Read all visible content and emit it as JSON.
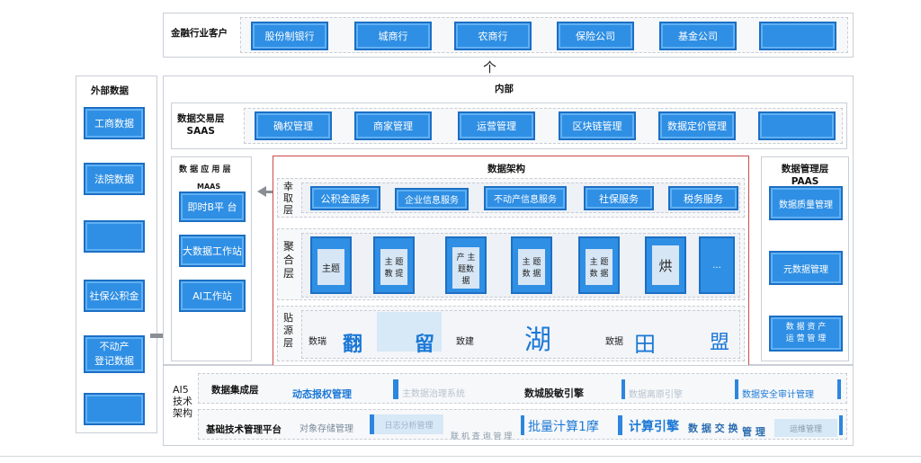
{
  "finance": {
    "title": "金融行业客户",
    "items": [
      "股份制银行",
      "城商行",
      "农商行",
      "保险公司",
      "基金公司",
      ""
    ]
  },
  "arrow_up": "个",
  "external": {
    "title": "外部数据",
    "items": [
      "工商数据",
      "法院数据",
      "",
      "社保公积金",
      "不动产\n登记数据",
      ""
    ]
  },
  "inner_title": "内部",
  "trade": {
    "title": "数据交易层\nSAAS",
    "items": [
      "确权管理",
      "商家管理",
      "运营管理",
      "区块链管理",
      "数据定价管理",
      ""
    ]
  },
  "app_layer": {
    "title": "数 据 应 用 层",
    "maas": "MAAS",
    "items": [
      "即时B平 台",
      "大数据工作站",
      "AI工作站"
    ]
  },
  "arch": {
    "title": "数据架构",
    "rows": [
      {
        "label": "幸\n取\n层",
        "items": [
          "公积金服务",
          "企业信息服务",
          "不动产信息服务",
          "社保服务",
          "税务服务"
        ]
      },
      {
        "label": "聚\n合\n层",
        "items": [
          "主题",
          "主 题\n教 提",
          "产 主\n题数\n据",
          "主 题\n数 据",
          "主 题\n数 据",
          "烘",
          "..."
        ]
      },
      {
        "label": "贴\n源\n层",
        "items": [
          "数瑞",
          "翻",
          "留",
          "致建",
          "湖",
          "致据",
          "田",
          "盟"
        ]
      }
    ]
  },
  "mgmt": {
    "title": "数据管理层\nPAAS",
    "items": [
      "数据质量管理",
      "元数据管理",
      "数 据 资 产\n运 营 管 理"
    ]
  },
  "tech": {
    "side_label": "AI5\n技术\n架构",
    "integration": {
      "title": "数据集成层",
      "items": [
        "动态报权管理",
        "主数据治理系统",
        "数城股敏引擎",
        "数据离原引擎",
        "数据安全审计管理"
      ]
    },
    "base": {
      "title": "基础技术管理平台",
      "items": [
        "对象存储管理",
        "日志分析管理",
        "联 机 查 询 管 理",
        "批量汁算1摩",
        "计算引擎",
        "数 据 交 换",
        "管 理",
        "运维管理"
      ]
    }
  },
  "colors": {
    "accent": "#2f8fe4",
    "arch_border": "#c94b4b",
    "arrow": "#8a8f96"
  }
}
